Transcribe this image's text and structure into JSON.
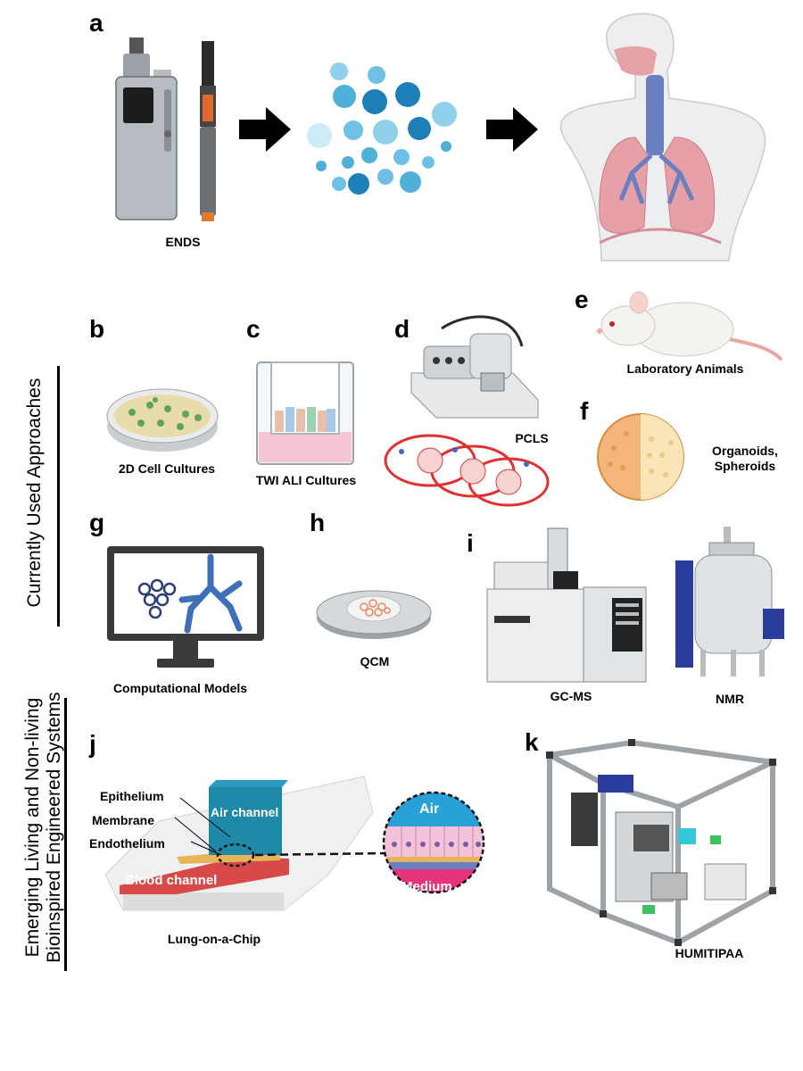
{
  "panels": {
    "a": {
      "letter": "a",
      "caption": "ENDS"
    },
    "b": {
      "letter": "b",
      "caption": "2D Cell Cultures"
    },
    "c": {
      "letter": "c",
      "caption": "TWI ALI Cultures"
    },
    "d": {
      "letter": "d",
      "caption": "PCLS"
    },
    "e": {
      "letter": "e",
      "caption": "Laboratory Animals"
    },
    "f": {
      "letter": "f",
      "caption_line1": "Organoids,",
      "caption_line2": "Spheroids"
    },
    "g": {
      "letter": "g",
      "caption": "Computational Models"
    },
    "h": {
      "letter": "h",
      "caption": "QCM"
    },
    "i": {
      "letter": "i",
      "caption_left": "GC-MS",
      "caption_right": "NMR"
    },
    "j": {
      "letter": "j",
      "caption": "Lung-on-a-Chip",
      "labels": {
        "epithelium": "Epithelium",
        "membrane": "Membrane",
        "endothelium": "Endothelium",
        "air_channel": "Air channel",
        "blood_channel": "Blood channel",
        "inset_air": "Air",
        "inset_medium": "Medium"
      }
    },
    "k": {
      "letter": "k",
      "caption": "HUMITIPAA"
    }
  },
  "side_labels": {
    "current": "Currently  Used Approaches",
    "emerging_line1": "Emerging Living and Non-living",
    "emerging_line2": "Bioinspired Engineered Systems"
  },
  "colors": {
    "droplet": "#4fb0d8",
    "droplet_dark": "#1f7fb8",
    "airway": "#6a7fc0",
    "lung": "#e8a0a8",
    "air_channel": "#1f8aa8",
    "blood_channel": "#d84a4a",
    "medium": "#e6337a",
    "device_blue": "#2a3d9c"
  }
}
